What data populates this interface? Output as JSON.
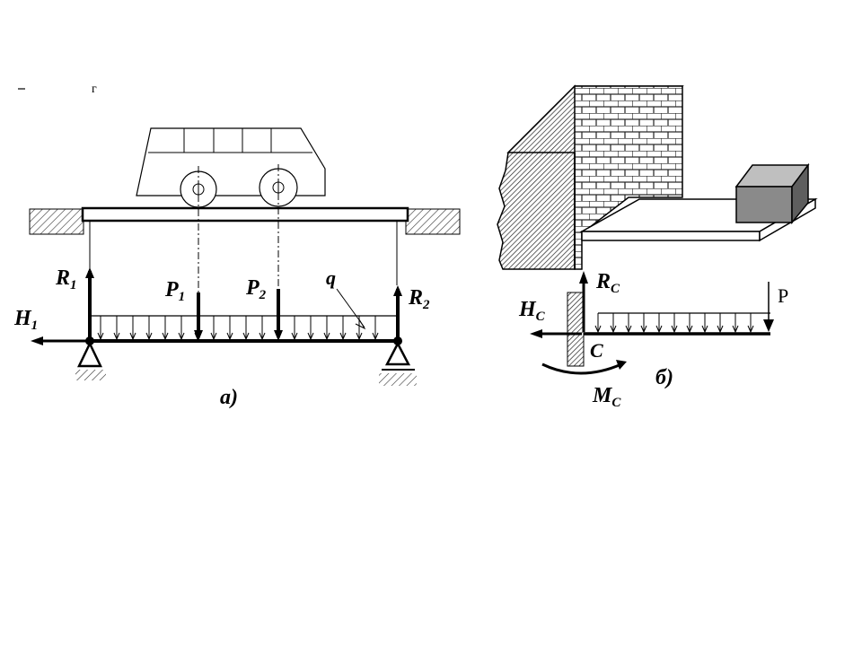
{
  "labels": {
    "R1": "R",
    "R1_sub": "1",
    "R2": "R",
    "R2_sub": "2",
    "H1": "H",
    "H1_sub": "1",
    "P1": "P",
    "P1_sub": "1",
    "P2": "P",
    "P2_sub": "2",
    "q": "q",
    "caption_a": "а)",
    "RC": "R",
    "RC_sub": "C",
    "HC": "H",
    "HC_sub": "C",
    "MC": "M",
    "MC_sub": "C",
    "C": "C",
    "P": "P",
    "caption_b": "б)",
    "corner_mark": "г"
  }
}
